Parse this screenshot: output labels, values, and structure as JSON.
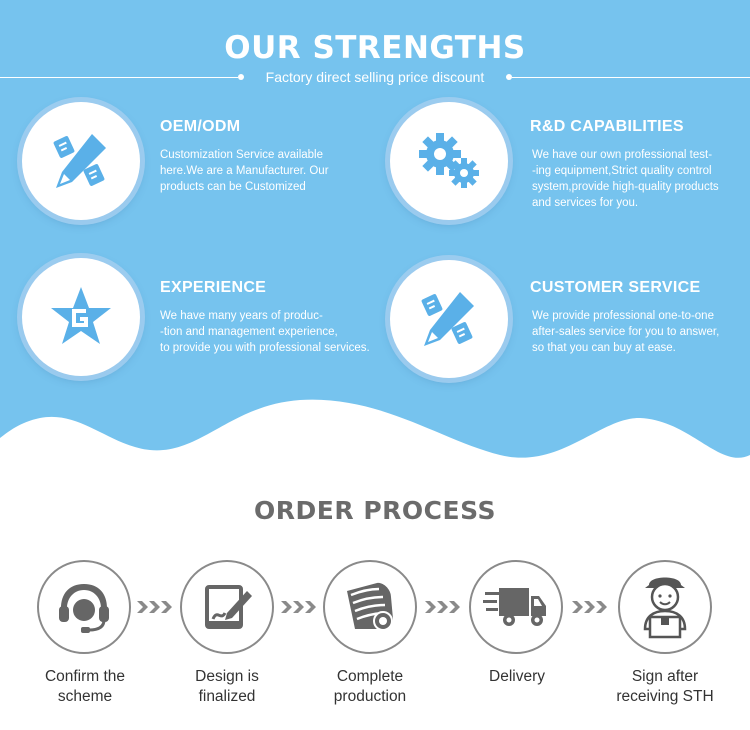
{
  "header": {
    "title": "OUR STRENGTHS",
    "subtitle": "Factory direct selling price discount"
  },
  "features": [
    {
      "title": "OEM/ODM",
      "icon": "pencil-icon",
      "lines": [
        "Customization Service available",
        "here.We are a Manufacturer. Our",
        "products can be Customized"
      ]
    },
    {
      "title": "R&D CAPABILITIES",
      "icon": "gears-icon",
      "lines": [
        "We have our own professional test-",
        "-ing equipment,Strict quality control",
        "system,provide high-quality products",
        "and services for you."
      ]
    },
    {
      "title": "EXPERIENCE",
      "icon": "star-icon",
      "lines": [
        "We have many years of produc-",
        "-tion and management experience,",
        "to provide you with professional services."
      ]
    },
    {
      "title": "CUSTOMER SERVICE",
      "icon": "pencil-icon",
      "lines": [
        "We provide professional one-to-one",
        "after-sales service for you to answer,",
        "so that you can buy at ease."
      ]
    }
  ],
  "process": {
    "title": "ORDER PROCESS",
    "steps": [
      {
        "icon": "headset-icon",
        "label_1": "Confirm the",
        "label_2": "scheme"
      },
      {
        "icon": "document-edit-icon",
        "label_1": "Design is",
        "label_2": "finalized"
      },
      {
        "icon": "fabric-rolls-icon",
        "label_1": "Complete",
        "label_2": "production"
      },
      {
        "icon": "delivery-truck-icon",
        "label_1": "Delivery",
        "label_2": ""
      },
      {
        "icon": "courier-person-icon",
        "label_1": "Sign after",
        "label_2": "receiving STH"
      }
    ]
  },
  "colors": {
    "sky": "#76c3ee",
    "icon_blue": "#5ab0e8",
    "gray": "#8a8a8a"
  }
}
